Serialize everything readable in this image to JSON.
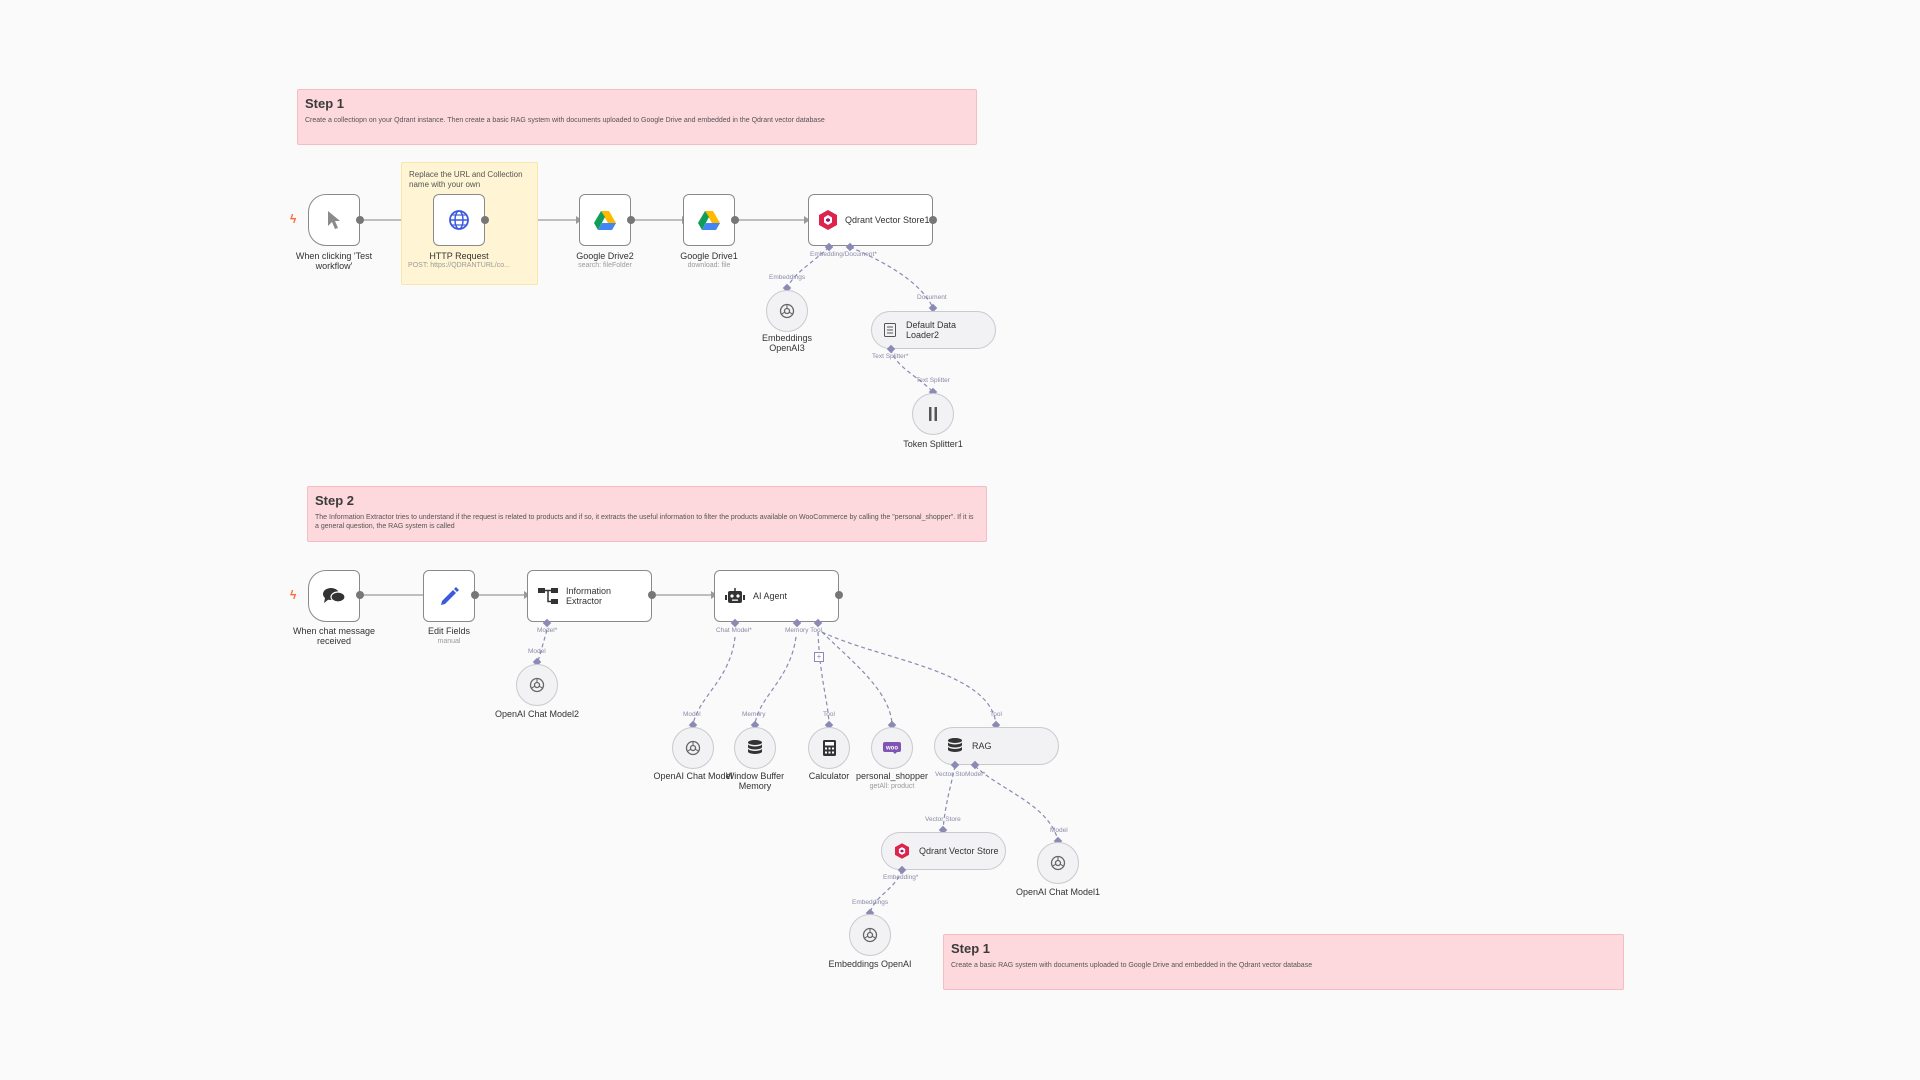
{
  "stickies": {
    "step1_top": {
      "title": "Step 1",
      "body": "Create a collectiopn on your Qdrant instance. Then create a basic RAG system with documents uploaded to Google Drive and embedded in the Qdrant vector database"
    },
    "replace_note": {
      "body": "Replace the URL and Collection name with your own"
    },
    "step2": {
      "title": "Step 2",
      "body": "The Information Extractor tries to understand if the request is related to products and if so, it extracts the useful information to filter the products available on WooCommerce by calling the \"personal_shopper\". If it is a general question, the RAG system is called"
    },
    "step1_bottom": {
      "title": "Step 1",
      "body": "Create a basic RAG system with documents uploaded to Google Drive and embedded in the Qdrant vector database"
    }
  },
  "nodes": {
    "manual_trigger": {
      "label": "When clicking 'Test workflow'"
    },
    "http_request": {
      "label": "HTTP Request",
      "sub": "POST: https://QDRANTURL/co..."
    },
    "gdrive2": {
      "label": "Google Drive2",
      "sub": "search: fileFolder"
    },
    "gdrive1": {
      "label": "Google Drive1",
      "sub": "download: file"
    },
    "qdrant_store1": {
      "label": "Qdrant Vector Store1"
    },
    "embeddings3": {
      "label": "Embeddings OpenAI3"
    },
    "data_loader2": {
      "label": "Default Data Loader2"
    },
    "token_splitter1": {
      "label": "Token Splitter1"
    },
    "chat_trigger": {
      "label": "When chat message received"
    },
    "edit_fields": {
      "label": "Edit Fields",
      "sub": "manual"
    },
    "info_extractor": {
      "label": "Information Extractor"
    },
    "ai_agent": {
      "label": "AI Agent"
    },
    "openai_chat2": {
      "label": "OpenAI Chat Model2"
    },
    "openai_chat": {
      "label": "OpenAI Chat Model"
    },
    "window_memory": {
      "label": "Window Buffer Memory"
    },
    "calculator": {
      "label": "Calculator"
    },
    "personal_shopper": {
      "label": "personal_shopper",
      "sub": "getAll: product"
    },
    "rag": {
      "label": "RAG"
    },
    "qdrant_store": {
      "label": "Qdrant Vector Store"
    },
    "openai_chat1": {
      "label": "OpenAI Chat Model1"
    },
    "embeddings": {
      "label": "Embeddings OpenAI"
    }
  },
  "ports": {
    "embedding_doc": "Embedding/Document*",
    "embeddings": "Embeddings",
    "document": "Document",
    "text_splitter_req": "Text Splitter*",
    "text_splitter": "Text Splitter",
    "model_req": "Model*",
    "model": "Model",
    "chat_model_req": "Chat Model*",
    "memory_tool": "Memory   Tool",
    "memory": "Memory",
    "tool": "Tool",
    "vector_store_model": "Vector StoModel*",
    "vector_store": "Vector Store",
    "embedding_req": "Embedding*"
  },
  "colors": {
    "sticky_pink": "#fdd8dc",
    "sticky_yellow": "#fff5d4",
    "connector": "#8a8ab4",
    "trigger_bolt": "#ff6a3d"
  }
}
